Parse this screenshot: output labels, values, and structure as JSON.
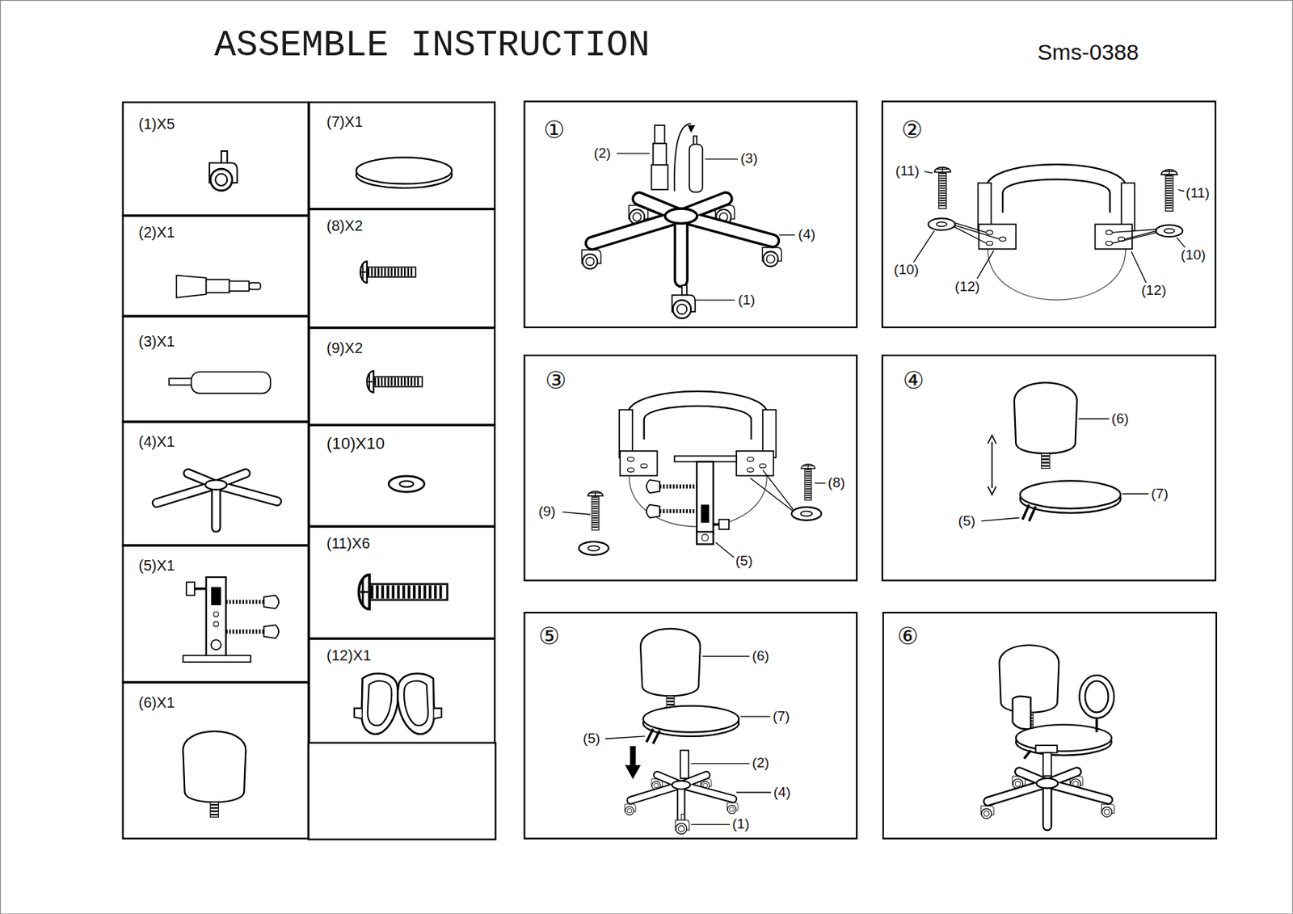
{
  "diagram": {
    "title": "ASSEMBLE INSTRUCTION",
    "nodes": [
      {
        "text": [
          "(1)X5"
        ]
      },
      {
        "text": [
          "(2)X1"
        ]
      },
      {
        "text": [
          "(3)X1"
        ]
      },
      {
        "text": [
          "(4)X1"
        ]
      },
      {
        "text": [
          "(5)X1"
        ]
      },
      {
        "text": [
          "(6)X1"
        ]
      },
      {
        "text": [
          "(7)X1"
        ]
      },
      {
        "text": [
          "(8)X2"
        ]
      },
      {
        "text": [
          "(9)X2"
        ]
      },
      {
        "text": [
          "(10)X10"
        ]
      },
      {
        "text": [
          "(11)X6"
        ]
      },
      {
        "text": [
          "(12)X1"
        ]
      },
      {
        "text": [
          "①"
        ]
      },
      {
        "text": [
          "②"
        ]
      },
      {
        "text": [
          "③"
        ]
      },
      {
        "text": [
          "④"
        ]
      },
      {
        "text": [
          "⑤"
        ]
      },
      {
        "text": [
          "⑥"
        ]
      }
    ],
    "labels": [
      "Sms-0388",
      "(2)",
      "(3)",
      "(4)",
      "(1)",
      "(11)",
      "(11)",
      "(10)",
      "(12)",
      "(10)",
      "(12)",
      "(8)",
      "(9)",
      "(5)",
      "(6)",
      "(7)",
      "(5)",
      "(6)",
      "(7)",
      "(5)",
      "(2)",
      "(4)",
      "(1)"
    ]
  }
}
